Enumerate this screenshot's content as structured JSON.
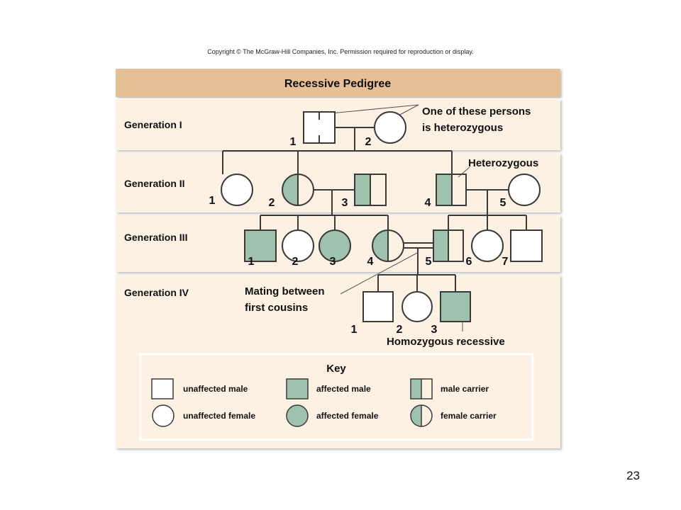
{
  "copyright": "Copyright © The McGraw-Hill Companies, Inc. Permission required for reproduction or display.",
  "title": "Recessive Pedigree",
  "generations": [
    "Generation I",
    "Generation II",
    "Generation III",
    "Generation IV"
  ],
  "individual_numbers": {
    "gen1": [
      "1",
      "2"
    ],
    "gen2": [
      "1",
      "2",
      "3",
      "4",
      "5"
    ],
    "gen3": [
      "1",
      "2",
      "3",
      "4",
      "5",
      "6",
      "7"
    ],
    "gen4": [
      "1",
      "2",
      "3"
    ]
  },
  "annotations": {
    "heterozygous_line1": "One of these persons",
    "heterozygous_line2": "is heterozygous",
    "heterozygous": "Heterozygous",
    "mating_line1": "Mating between",
    "mating_line2": "first cousins",
    "homozygous": "Homozygous recessive"
  },
  "key": {
    "title": "Key",
    "unaffected_male": "unaffected male",
    "affected_male": "affected male",
    "male_carrier": "male carrier",
    "unaffected_female": "unaffected female",
    "affected_female": "affected female",
    "female_carrier": "female carrier"
  },
  "colors": {
    "header_band": "#e6bf96",
    "generation_band": "#fdf1e3",
    "affected_fill": "#9fc2ac",
    "symbol_stroke": "#3a3a3a"
  },
  "page_number": "23"
}
